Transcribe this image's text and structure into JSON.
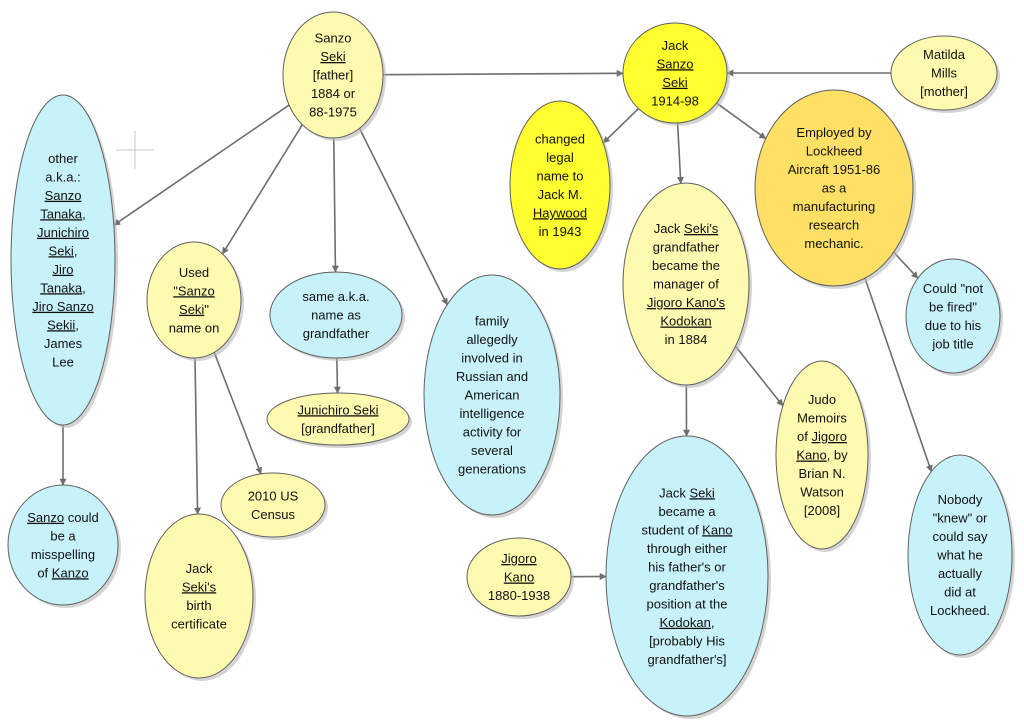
{
  "colors": {
    "yellow_light": "#fffab0",
    "yellow_bright": "#ffff30",
    "yellow_orange": "#ffe066",
    "cyan": "#c8f2fa",
    "edge": "#6e6e6e",
    "node_border": "#606060",
    "spell_underline": "#e03030"
  },
  "nodes": {
    "sanzo_seki": {
      "lines": [
        [
          {
            "t": "Sanzo"
          }
        ],
        [
          {
            "t": "Seki",
            "sq": true
          }
        ],
        [
          {
            "t": "[father]"
          }
        ],
        [
          {
            "t": "1884 or"
          }
        ],
        [
          {
            "t": "88-1975"
          }
        ]
      ]
    },
    "jack_sanzo_seki": {
      "lines": [
        [
          {
            "t": "Jack"
          }
        ],
        [
          {
            "t": "Sanzo",
            "sq": true
          }
        ],
        [
          {
            "t": "Seki",
            "sq": true
          }
        ],
        [
          {
            "t": "1914-98"
          }
        ]
      ]
    },
    "matilda_mills": {
      "lines": [
        [
          {
            "t": "Matilda"
          }
        ],
        [
          {
            "t": "Mills"
          }
        ],
        [
          {
            "t": "[mother]"
          }
        ]
      ]
    },
    "other_aka": {
      "lines": [
        [
          {
            "t": "other"
          }
        ],
        [
          {
            "t": "a.k.a.:"
          }
        ],
        [
          {
            "t": "Sanzo",
            "sq": true
          }
        ],
        [
          {
            "t": "Tanaka",
            "sq": true
          },
          {
            "t": ","
          }
        ],
        [
          {
            "t": "Junichiro",
            "sq": true
          }
        ],
        [
          {
            "t": "Seki",
            "sq": true
          },
          {
            "t": ","
          }
        ],
        [
          {
            "t": "Jiro",
            "sq": true
          }
        ],
        [
          {
            "t": "Tanaka",
            "sq": true
          },
          {
            "t": ","
          }
        ],
        [
          {
            "t": "Jiro Sanzo",
            "sq": true
          }
        ],
        [
          {
            "t": "Sekii",
            "sq": true
          },
          {
            "t": ","
          }
        ],
        [
          {
            "t": "James"
          }
        ],
        [
          {
            "t": "Lee"
          }
        ]
      ]
    },
    "used_name": {
      "lines": [
        [
          {
            "t": "Used"
          }
        ],
        [
          {
            "t": "\"Sanzo",
            "sq": true
          }
        ],
        [
          {
            "t": "Seki",
            "sq": true
          },
          {
            "t": "\""
          }
        ],
        [
          {
            "t": "name on"
          }
        ]
      ]
    },
    "same_aka": {
      "lines": [
        [
          {
            "t": "same a.k.a."
          }
        ],
        [
          {
            "t": "name as"
          }
        ],
        [
          {
            "t": "grandfather"
          }
        ]
      ]
    },
    "junichiro_seki": {
      "lines": [
        [
          {
            "t": "Junichiro Seki",
            "sq": true
          }
        ],
        [
          {
            "t": "[grandfather]"
          }
        ]
      ]
    },
    "family_intel": {
      "lines": [
        [
          {
            "t": "family"
          }
        ],
        [
          {
            "t": "allegedly"
          }
        ],
        [
          {
            "t": "involved in"
          }
        ],
        [
          {
            "t": "Russian and"
          }
        ],
        [
          {
            "t": "American"
          }
        ],
        [
          {
            "t": "intelligence"
          }
        ],
        [
          {
            "t": "activity for"
          }
        ],
        [
          {
            "t": "several"
          }
        ],
        [
          {
            "t": "generations"
          }
        ]
      ]
    },
    "changed_name": {
      "lines": [
        [
          {
            "t": "changed"
          }
        ],
        [
          {
            "t": "legal"
          }
        ],
        [
          {
            "t": "name to"
          }
        ],
        [
          {
            "t": "Jack M."
          }
        ],
        [
          {
            "t": "Haywood",
            "sq": true
          }
        ],
        [
          {
            "t": "in 1943"
          }
        ]
      ]
    },
    "employed_lockheed": {
      "lines": [
        [
          {
            "t": "Employed by"
          }
        ],
        [
          {
            "t": "Lockheed"
          }
        ],
        [
          {
            "t": "Aircraft 1951-86"
          }
        ],
        [
          {
            "t": "as a"
          }
        ],
        [
          {
            "t": "manufacturing"
          }
        ],
        [
          {
            "t": "research"
          }
        ],
        [
          {
            "t": "mechanic."
          }
        ]
      ]
    },
    "grandfather_manager": {
      "lines": [
        [
          {
            "t": "Jack "
          },
          {
            "t": "Seki's",
            "sq": true
          }
        ],
        [
          {
            "t": "grandfather"
          }
        ],
        [
          {
            "t": "became the"
          }
        ],
        [
          {
            "t": "manager of"
          }
        ],
        [
          {
            "t": "Jigoro Kano's",
            "sq": true
          }
        ],
        [
          {
            "t": "Kodokan",
            "sq": true
          }
        ],
        [
          {
            "t": "in 1884"
          }
        ]
      ]
    },
    "not_fired": {
      "lines": [
        [
          {
            "t": "Could \"not"
          }
        ],
        [
          {
            "t": "be fired\""
          }
        ],
        [
          {
            "t": "due to his"
          }
        ],
        [
          {
            "t": "job title"
          }
        ]
      ]
    },
    "kanzo_misspelling": {
      "lines": [
        [
          {
            "t": "Sanzo",
            "sq": true
          },
          {
            "t": " could"
          }
        ],
        [
          {
            "t": "be a"
          }
        ],
        [
          {
            "t": "misspelling"
          }
        ],
        [
          {
            "t": "of "
          },
          {
            "t": "Kanzo",
            "sq": true
          }
        ]
      ]
    },
    "census_2010": {
      "lines": [
        [
          {
            "t": "2010 US"
          }
        ],
        [
          {
            "t": "Census"
          }
        ]
      ]
    },
    "birth_certificate": {
      "lines": [
        [
          {
            "t": "Jack"
          }
        ],
        [
          {
            "t": "Seki's",
            "sq": true
          }
        ],
        [
          {
            "t": "birth"
          }
        ],
        [
          {
            "t": "certificate"
          }
        ]
      ]
    },
    "judo_memoirs": {
      "lines": [
        [
          {
            "t": "Judo"
          }
        ],
        [
          {
            "t": "Memoirs"
          }
        ],
        [
          {
            "t": "of "
          },
          {
            "t": "Jigoro",
            "sq": true
          }
        ],
        [
          {
            "t": "Kano",
            "sq": true
          },
          {
            "t": ", by"
          }
        ],
        [
          {
            "t": "Brian N."
          }
        ],
        [
          {
            "t": "Watson"
          }
        ],
        [
          {
            "t": "[2008]"
          }
        ]
      ]
    },
    "nobody_knew": {
      "lines": [
        [
          {
            "t": "Nobody"
          }
        ],
        [
          {
            "t": "\"knew\" or"
          }
        ],
        [
          {
            "t": "could say"
          }
        ],
        [
          {
            "t": "what he"
          }
        ],
        [
          {
            "t": "actually"
          }
        ],
        [
          {
            "t": "did at"
          }
        ],
        [
          {
            "t": "Lockheed."
          }
        ]
      ]
    },
    "jigoro_kano": {
      "lines": [
        [
          {
            "t": "Jigoro",
            "sq": true
          }
        ],
        [
          {
            "t": "Kano",
            "sq": true
          }
        ],
        [
          {
            "t": "1880-1938"
          }
        ]
      ]
    },
    "student_of_kano": {
      "lines": [
        [
          {
            "t": "Jack "
          },
          {
            "t": "Seki",
            "sq": true
          }
        ],
        [
          {
            "t": "became a"
          }
        ],
        [
          {
            "t": "student of "
          },
          {
            "t": "Kano",
            "sq": true
          }
        ],
        [
          {
            "t": "through either"
          }
        ],
        [
          {
            "t": "his father's or"
          }
        ],
        [
          {
            "t": "grandfather's"
          }
        ],
        [
          {
            "t": "position at the"
          }
        ],
        [
          {
            "t": "Kodokan",
            "sq": true
          },
          {
            "t": ","
          }
        ],
        [
          {
            "t": "[probably His"
          }
        ],
        [
          {
            "t": "grandfather's]"
          }
        ]
      ]
    }
  }
}
